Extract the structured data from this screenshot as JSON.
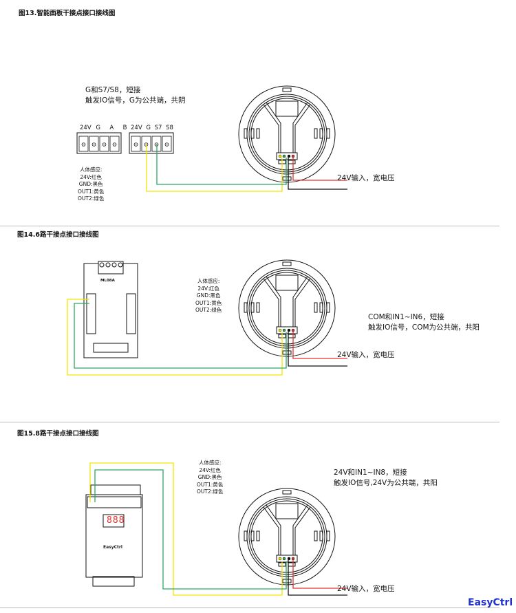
{
  "fig13": {
    "title": "图13.智能面板干接点接口接线图",
    "note": [
      "G和S7/S8，短接",
      "触发IO信号，G为公共端，共阴"
    ],
    "terminals_left": [
      "24V",
      "G",
      "A",
      "B"
    ],
    "terminals_right": [
      "24V",
      "G",
      "S7",
      "S8"
    ],
    "power": "24V输入，宽电压"
  },
  "fig14": {
    "title": "图14.6路干接点接口接线图",
    "module": "ML08A",
    "note": [
      "COM和IN1~IN6，短接",
      "触发IO信号，COM为公共端，共阳"
    ],
    "power": "24V输入，宽电压"
  },
  "fig15": {
    "title": "图15.8路干接点接口接线图",
    "display": "888",
    "module_logo": "EasyCtrl",
    "note": [
      "24V和IN1~IN8，短接",
      "触发IO信号,24V为公共端，共阳"
    ],
    "power": "24V输入，宽电压"
  },
  "sensor_legend": {
    "title": "人体感应:",
    "lines": [
      "24V:红色",
      "GND:黑色",
      "OUT1:黄色",
      "OUT2:绿色"
    ]
  },
  "footer_logo": "EasyCtrl",
  "colors": {
    "yellow": "#f2e600",
    "green": "#2aa860",
    "red": "#e53030",
    "black": "#111111",
    "logo": "#2233cc"
  }
}
